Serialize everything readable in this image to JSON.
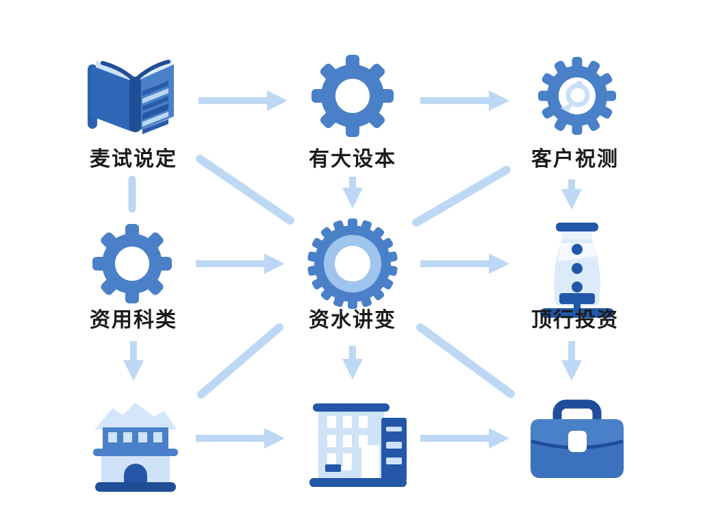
{
  "diagram": {
    "type": "flow-diagram",
    "grid": "3x3",
    "nodes": [
      {
        "id": "book",
        "label": "麦试说定",
        "icon": "open-book-icon",
        "row": 1,
        "col": 1
      },
      {
        "id": "gear-top",
        "label": "有大设本",
        "icon": "gear-icon",
        "row": 1,
        "col": 2
      },
      {
        "id": "gear-search",
        "label": "客户祝测",
        "icon": "gear-search-icon",
        "row": 1,
        "col": 3
      },
      {
        "id": "gear-left",
        "label": "资用科类",
        "icon": "gear-icon",
        "row": 2,
        "col": 1
      },
      {
        "id": "gear-large",
        "label": "资水讲变",
        "icon": "large-gear-icon",
        "row": 2,
        "col": 2
      },
      {
        "id": "dispenser",
        "label": "顶行投资",
        "icon": "dispenser-icon",
        "row": 2,
        "col": 3
      },
      {
        "id": "bank",
        "label": "",
        "icon": "bank-building-icon",
        "row": 3,
        "col": 1
      },
      {
        "id": "buildings",
        "label": "",
        "icon": "office-buildings-icon",
        "row": 3,
        "col": 2
      },
      {
        "id": "briefcase",
        "label": "",
        "icon": "briefcase-icon",
        "row": 3,
        "col": 3
      }
    ],
    "connections": [
      {
        "from": "book",
        "to": "gear-top",
        "style": "arrow"
      },
      {
        "from": "gear-top",
        "to": "gear-search",
        "style": "arrow"
      },
      {
        "from": "gear-left",
        "to": "gear-large",
        "style": "arrow"
      },
      {
        "from": "gear-large",
        "to": "dispenser",
        "style": "arrow"
      },
      {
        "from": "bank",
        "to": "buildings",
        "style": "arrow"
      },
      {
        "from": "buildings",
        "to": "briefcase",
        "style": "arrow"
      },
      {
        "from": "book",
        "to": "gear-left",
        "style": "line"
      },
      {
        "from": "gear-top",
        "to": "gear-large",
        "style": "arrow"
      },
      {
        "from": "gear-search",
        "to": "dispenser",
        "style": "arrow"
      },
      {
        "from": "book",
        "to": "gear-large",
        "style": "line"
      },
      {
        "from": "gear-large",
        "to": "gear-search",
        "style": "line"
      },
      {
        "from": "gear-left",
        "to": "bank",
        "style": "arrow"
      },
      {
        "from": "gear-large",
        "to": "buildings",
        "style": "arrow"
      },
      {
        "from": "dispenser",
        "to": "briefcase",
        "style": "arrow"
      },
      {
        "from": "gear-large",
        "to": "bank",
        "style": "line"
      },
      {
        "from": "gear-large",
        "to": "briefcase",
        "style": "line"
      }
    ],
    "colors": {
      "primary_blue": "#4a80c8",
      "dark_blue": "#1f4e96",
      "light_blue": "#cfe2f7",
      "arrow_blue": "#bdd8f4",
      "text": "#1b1b1b",
      "background": "#ffffff"
    }
  }
}
